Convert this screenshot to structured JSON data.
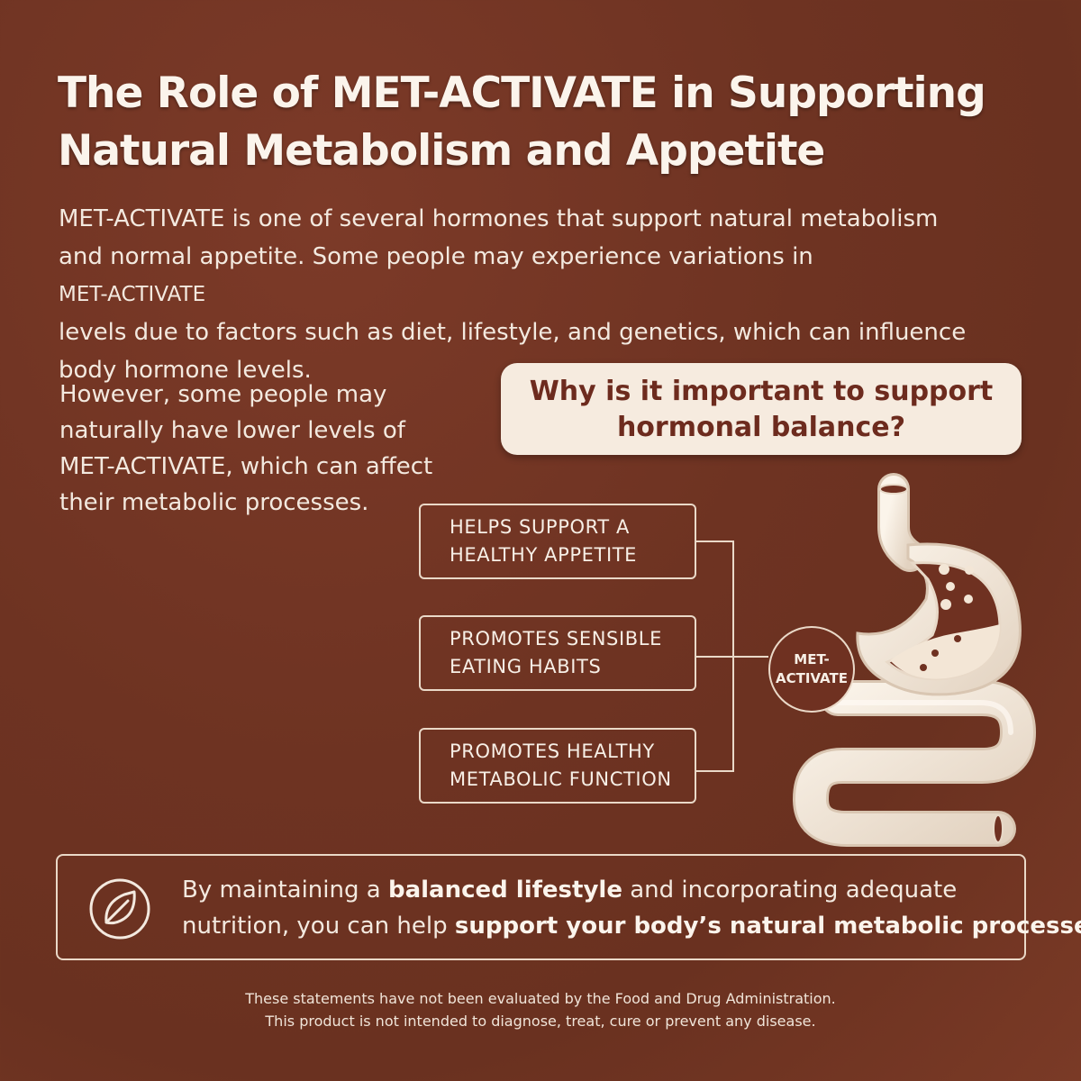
{
  "title": {
    "line1": "The Role of MET-ACTIVATE in Supporting",
    "line2": "Natural Metabolism and Appetite"
  },
  "intro": {
    "line1": "MET-ACTIVATE is one of several hormones that support natural metabolism",
    "line2a": "and normal appetite. Some people may experience variations in ",
    "line2b": "MET-ACTIVATE",
    "line3": "levels due to factors such as diet, lifestyle, and genetics, which can influence",
    "line4": "body hormone levels."
  },
  "however": {
    "line1": "However, some people may",
    "line2": "naturally have lower levels of",
    "line3": "MET-ACTIVATE, which can affect",
    "line4": "their metabolic processes."
  },
  "question": {
    "line1": "Why is it important to support",
    "line2": "hormonal balance?"
  },
  "benefits": [
    {
      "label": "HELPS SUPPORT A\nHEALTHY APPETITE"
    },
    {
      "label": "PROMOTES SENSIBLE\nEATING HABITS"
    },
    {
      "label": "PROMOTES HEALTHY\nMETABOLIC FUNCTION"
    }
  ],
  "hub_label": "MET-\nACTIVATE",
  "closing": {
    "part1": "By maintaining a ",
    "bold1": "balanced lifestyle",
    "part2": " and incorporating adequate",
    "part3": "nutrition, you can help ",
    "bold2": "support your body’s natural metabolic processes."
  },
  "disclaimer": {
    "line1": "These statements have not been evaluated by the Food and Drug Administration.",
    "line2": "This product is not intended to diagnose, treat, cure or prevent any disease."
  },
  "icons": {
    "closing": "leaf-icon",
    "organ": "stomach-intestine-icon"
  },
  "colors": {
    "background": "#6e3322",
    "cream": "#f6ebdf",
    "accent_text": "#6d2b1e"
  }
}
